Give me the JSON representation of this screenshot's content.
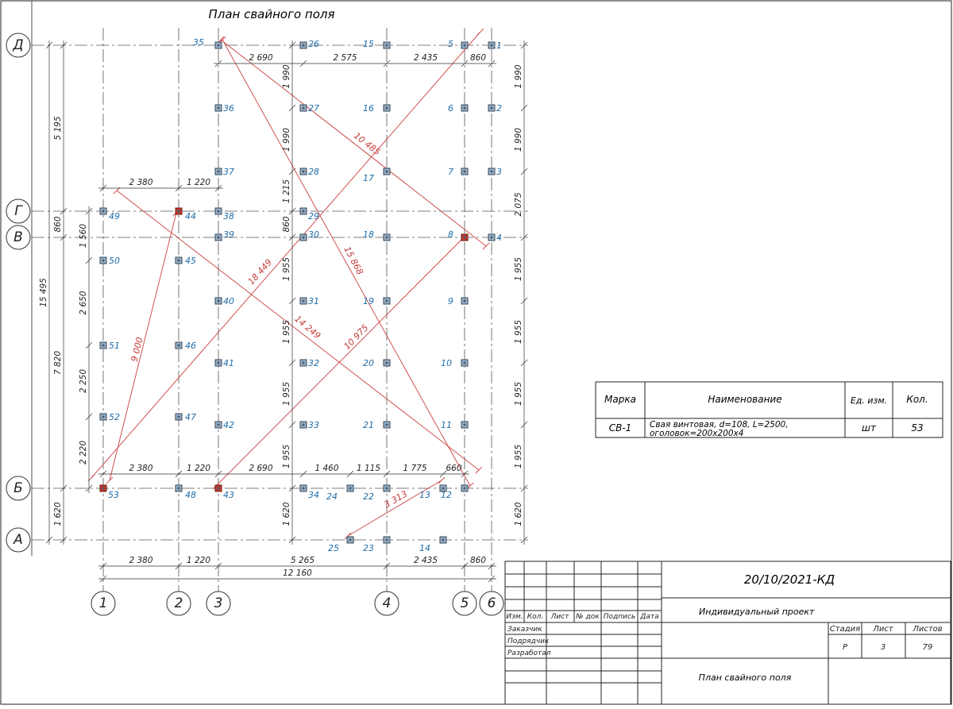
{
  "title": "План свайного поля",
  "axes_h": [
    {
      "label": "Д"
    },
    {
      "label": "Г"
    },
    {
      "label": "В"
    },
    {
      "label": "Б"
    },
    {
      "label": "А"
    }
  ],
  "axes_v": [
    {
      "label": "1"
    },
    {
      "label": "2"
    },
    {
      "label": "3"
    },
    {
      "label": "4"
    },
    {
      "label": "5"
    },
    {
      "label": "6"
    }
  ],
  "piles": [
    {
      "n": "1"
    },
    {
      "n": "2"
    },
    {
      "n": "3"
    },
    {
      "n": "4"
    },
    {
      "n": "5"
    },
    {
      "n": "6"
    },
    {
      "n": "7"
    },
    {
      "n": "8"
    },
    {
      "n": "9"
    },
    {
      "n": "10"
    },
    {
      "n": "11"
    },
    {
      "n": "12"
    },
    {
      "n": "13"
    },
    {
      "n": "14"
    },
    {
      "n": "15"
    },
    {
      "n": "16"
    },
    {
      "n": "17"
    },
    {
      "n": "18"
    },
    {
      "n": "19"
    },
    {
      "n": "20"
    },
    {
      "n": "21"
    },
    {
      "n": "22"
    },
    {
      "n": "23"
    },
    {
      "n": "24"
    },
    {
      "n": "25"
    },
    {
      "n": "26"
    },
    {
      "n": "27"
    },
    {
      "n": "28"
    },
    {
      "n": "29"
    },
    {
      "n": "30"
    },
    {
      "n": "31"
    },
    {
      "n": "32"
    },
    {
      "n": "33"
    },
    {
      "n": "34"
    },
    {
      "n": "35"
    },
    {
      "n": "36"
    },
    {
      "n": "37"
    },
    {
      "n": "38"
    },
    {
      "n": "39"
    },
    {
      "n": "40"
    },
    {
      "n": "41"
    },
    {
      "n": "42"
    },
    {
      "n": "43"
    },
    {
      "n": "44"
    },
    {
      "n": "45"
    },
    {
      "n": "46"
    },
    {
      "n": "47"
    },
    {
      "n": "48"
    },
    {
      "n": "49"
    },
    {
      "n": "50"
    },
    {
      "n": "51"
    },
    {
      "n": "52"
    },
    {
      "n": "53"
    }
  ],
  "diagonals": [
    "10 485",
    "15 868",
    "18 449",
    "14 249",
    "10 975",
    "9 000",
    "3 313"
  ],
  "dims_top": [
    "2 690",
    "2 575",
    "2 435",
    "860"
  ],
  "dims_g": [
    "2 380",
    "1 220"
  ],
  "dims_b": [
    "2 380",
    "1 220",
    "2 690",
    "1 460",
    "1 115",
    "1 775",
    "660"
  ],
  "dims_bottom1": [
    "2 380",
    "1 220",
    "5 265",
    "2 435",
    "860"
  ],
  "dims_bottom2": "12 160",
  "dims_left_outer": [
    "5 195",
    "860",
    "7 820",
    "1 620"
  ],
  "dims_left_total": "15 495",
  "dims_left_inner": [
    "1 560",
    "2 650",
    "2 250",
    "2 220"
  ],
  "dims_mid": [
    "1 990",
    "1 990",
    "1 215",
    "860",
    "1 955",
    "1 955",
    "1 955",
    "1 955",
    "1 620"
  ],
  "dims_right": [
    "1 990",
    "1 990",
    "2 075",
    "1 955",
    "1 955",
    "1 955",
    "1 955",
    "1 620"
  ],
  "spec_table": {
    "headers": [
      "Марка",
      "Наименование",
      "Ед. изм.",
      "Кол."
    ],
    "row": {
      "mark": "СВ-1",
      "name_l1": "Свая винтовая, d=108, L=2500,",
      "name_l2": "оголовок=200х200х4",
      "unit": "шт",
      "qty": "53"
    }
  },
  "title_block": {
    "code": "20/10/2021-КД",
    "project": "Индивидуальный проект",
    "sheet_name": "План свайного поля",
    "cols": [
      "Изм.",
      "Кол.",
      "Лист",
      "№ док",
      "Подпись",
      "Дата"
    ],
    "roles": [
      "Заказчик",
      "Подрядчик",
      "Разработал"
    ],
    "stage_h": [
      "Стадия",
      "Лист",
      "Листов"
    ],
    "stage_v": [
      "Р",
      "3",
      "79"
    ]
  },
  "colors": {
    "axis": "#555555",
    "pile_label": "#1f6da8",
    "diagonal": "#d05050",
    "pile_red": "#c0392b"
  }
}
